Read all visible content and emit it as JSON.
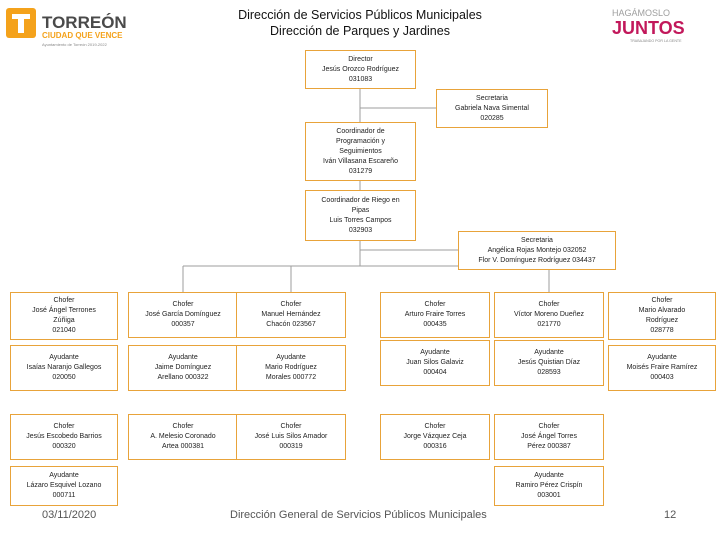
{
  "header": {
    "title_line1": "Dirección de Servicios Públicos Municipales",
    "title_line2": "Dirección de Parques y Jardines"
  },
  "logo_left": {
    "name": "TORREÓN",
    "tagline": "CIUDAD QUE VENCE",
    "small": "Ayuntamiento de Torreón 2019-2022",
    "color": "#f4a21b"
  },
  "logo_right": {
    "line1": "HAGÁMOSLO",
    "line2": "JUNTOS",
    "small": "TRABAJANDO POR LA GENTE",
    "color": "#c2185b"
  },
  "accent_color": "#e8a33a",
  "boxes": {
    "director": [
      "Director",
      "Jesús Orozco Rodríguez",
      "031083"
    ],
    "secretaria1": [
      "Secretaria",
      "Gabriela Nava Simental",
      "020285"
    ],
    "coord_prog": [
      "Coordinador de",
      "Programación y",
      "Seguimientos",
      "Iván Villasana Escareño",
      "031279"
    ],
    "coord_riego": [
      "Coordinador de Riego en",
      "Pipas",
      "Luis Torres Campos",
      "032903"
    ],
    "secretaria2": [
      "Secretaria",
      "Angélica Rojas Montejo 032052",
      "Flor V. Domínguez Rodríguez 034437"
    ],
    "c1r1": [
      "Chofer",
      "José Ángel Terrones",
      "Zúñiga",
      "021040"
    ],
    "c2r1": [
      "Chofer",
      "José García Domínguez",
      "000357"
    ],
    "c3r1": [
      "Chofer",
      "Manuel Hernández",
      "Chacón 023567"
    ],
    "c4r1": [
      "Chofer",
      "Arturo Fraire Torres",
      "000435"
    ],
    "c5r1": [
      "Chofer",
      "Víctor Moreno Dueñez",
      "021770"
    ],
    "c6r1": [
      "Chofer",
      "Mario Alvarado",
      "Rodríguez",
      "028778"
    ],
    "c1r2": [
      "Ayudante",
      "Isaías Naranjo Gallegos",
      "020050"
    ],
    "c2r2": [
      "Ayudante",
      "Jaime Domínguez",
      "Arellano 000322"
    ],
    "c3r2": [
      "Ayudante",
      "Mario Rodríguez",
      "Morales 000772"
    ],
    "c4r2": [
      "Ayudante",
      "Juan Silos Galaviz",
      "000404"
    ],
    "c5r2": [
      "Ayudante",
      "Jesús Quistian Díaz",
      "028593"
    ],
    "c6r2": [
      "Ayudante",
      "Moisés Fraire Ramírez",
      "000403"
    ],
    "c1r3": [
      "Chofer",
      "Jesús Escobedo Barrios",
      "000320"
    ],
    "c2r3": [
      "Chofer",
      "A. Melesio Coronado",
      "Artea 000381"
    ],
    "c3r3": [
      "Chofer",
      "José Luis Silos Amador",
      "000319"
    ],
    "c4r3": [
      "Chofer",
      "Jorge Vázquez Ceja",
      "000316"
    ],
    "c5r3": [
      "Chofer",
      "José Ángel Torres",
      "Pérez 000387"
    ],
    "c1r4": [
      "Ayudante",
      "Lázaro Esquivel Lozano",
      "000711"
    ],
    "c5r4": [
      "Ayudante",
      "Ramiro Pérez Crispín",
      "003001"
    ]
  },
  "footer": {
    "date": "03/11/2020",
    "center": "Dirección General de Servicios Públicos Municipales",
    "page": "12"
  }
}
